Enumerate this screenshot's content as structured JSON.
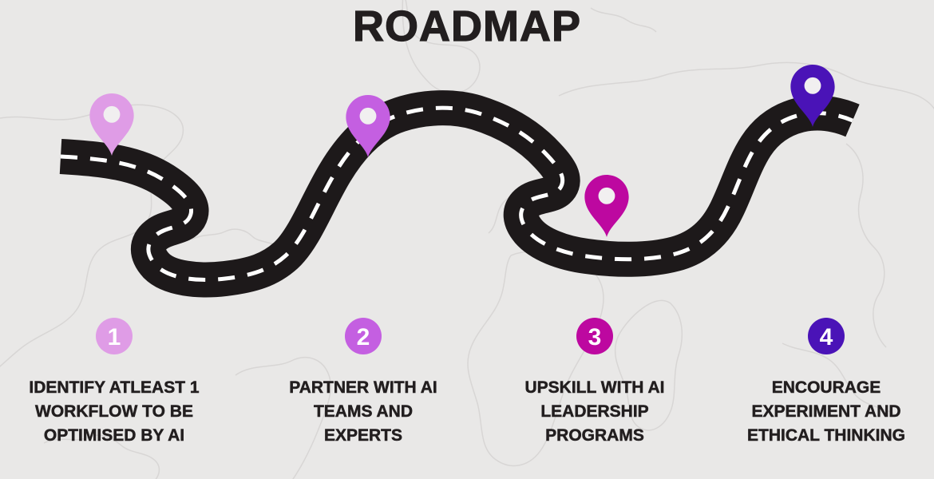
{
  "title": "ROADMAP",
  "colors": {
    "background": "#e9e8e7",
    "map_outline": "#d8d6d5",
    "road": "#1d191a",
    "road_dash": "#ffffff",
    "title_text": "#221e1f",
    "label_text": "#221e1f",
    "pin_hole": "#f1eff0",
    "step_number_text": "#ffffff"
  },
  "steps": [
    {
      "number": "1",
      "color": "#df9ce6",
      "lines": [
        "IDENTIFY ATLEAST 1",
        "WORKFLOW TO BE",
        "OPTIMISED BY AI"
      ]
    },
    {
      "number": "2",
      "color": "#c45fe1",
      "lines": [
        "PARTNER WITH AI",
        "TEAMS AND",
        "EXPERTS"
      ]
    },
    {
      "number": "3",
      "color": "#bd08a0",
      "lines": [
        "UPSKILL WITH AI",
        "LEADERSHIP",
        "PROGRAMS"
      ]
    },
    {
      "number": "4",
      "color": "#4a13b7",
      "lines": [
        "ENCOURAGE",
        "EXPERIMENT AND",
        "ETHICAL THINKING"
      ]
    }
  ]
}
